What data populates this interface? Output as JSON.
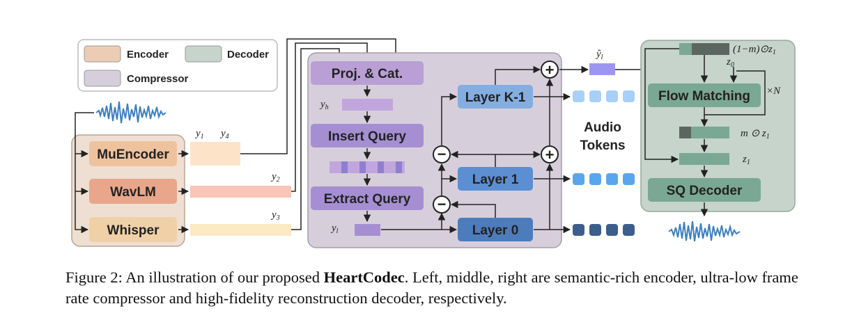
{
  "legend": {
    "encoder": "Encoder",
    "decoder": "Decoder",
    "compressor": "Compressor"
  },
  "encoder": {
    "muencoder": "MuEncoder",
    "wavlm": "WavLM",
    "whisper": "Whisper",
    "y1": "y",
    "y1_sub": "1",
    "y4": "y",
    "y4_sub": "4",
    "y2": "y",
    "y2_sub": "2",
    "y3": "y",
    "y3_sub": "3"
  },
  "compressor": {
    "proj_cat": "Proj. & Cat.",
    "yh": "y",
    "yh_sub": "h",
    "insert_query": "Insert Query",
    "extract_query": "Extract Query",
    "yl": "y",
    "yl_sub": "l",
    "layer_k1": "Layer K-1",
    "layer_1": "Layer 1",
    "layer_0": "Layer 0",
    "plus": "+",
    "minus": "−",
    "yl_hat": "ŷ",
    "yl_hat_sub": "l",
    "audio_tokens_1": "Audio",
    "audio_tokens_2": "Tokens"
  },
  "decoder": {
    "flow_matching": "Flow Matching",
    "sq_decoder": "SQ Decoder",
    "mask_label": "(1−m)⊙z",
    "mask_label_sub": "1",
    "z0": "z",
    "z0_sub": "0",
    "times_n": "×N",
    "m_z1": "m ⊙ z",
    "m_z1_sub": "1",
    "z1": "z",
    "z1_sub": "1"
  },
  "colors": {
    "encoder_bg": "#eedfd2",
    "encoder_box": "#efc29e",
    "wavlm_box": "#e9a68a",
    "whisper_box": "#f0d0a6",
    "compressor_bg": "#d6cfdb",
    "purple_box": "#b99fd6",
    "layer_box": "#5b8fd2",
    "decoder_bg": "#c6d4cc",
    "decoder_box": "#7aa894",
    "token_light": "#a8cff7",
    "token_mid": "#5aa6ee",
    "token_dark": "#3c5e8c"
  },
  "caption": {
    "prefix": "Figure 2: An illustration of our proposed ",
    "bold": "HeartCodec",
    "suffix": ". Left, middle, right are semantic-rich encoder, ultra-low frame rate compressor and high-fidelity reconstruction decoder, respectively."
  }
}
